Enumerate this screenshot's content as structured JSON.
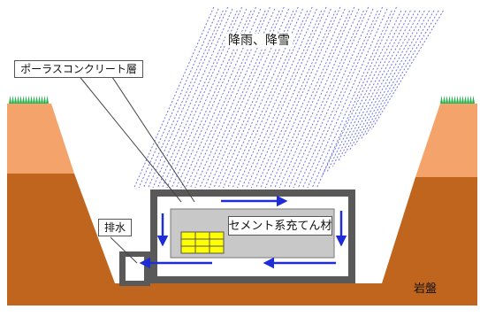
{
  "labels": {
    "precipitation": "降雨、降雪",
    "porous_layer": "ポーラスコンクリート層",
    "drainage": "排水",
    "cement_fill": "セメント系充てん材",
    "bedrock": "岩盤"
  },
  "colors": {
    "rain": "#6f74e6",
    "soil_light": "#f4a36b",
    "soil_dark": "#c0651e",
    "grass": "#22b14c",
    "concrete_outer": "#595959",
    "porous_layer": "#ffffff",
    "cement_fill": "#c8c8c8",
    "waste_blocks": "#ffff00",
    "flow_arrows": "#1f2dd6"
  },
  "icons": {
    "flow": "arrow-icon",
    "vegetation": "grass-icon"
  }
}
